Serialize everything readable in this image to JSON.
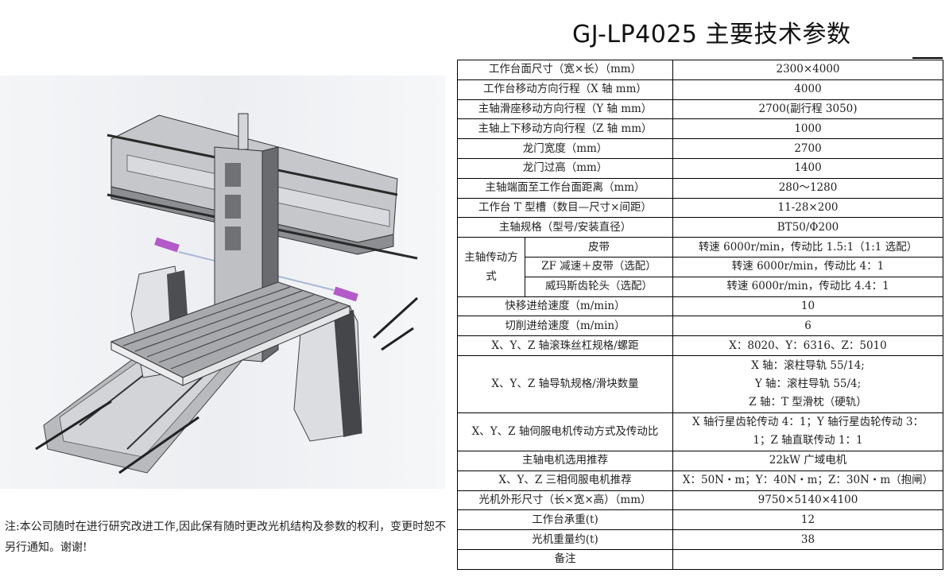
{
  "title": "GJ-LP4025 主要技术参数",
  "image": {
    "alt": "龙门加工中心三维模型",
    "colors": {
      "body": "#c8c9cc",
      "dark": "#4a4b4e",
      "accent": "#b35ac8",
      "background": "#eff0f3"
    }
  },
  "spec_table": {
    "rows": [
      {
        "label": "工作台面尺寸（宽×长）（mm）",
        "value": "2300×4000"
      },
      {
        "label": "工作台移动方向行程（X 轴 mm）",
        "value": "4000"
      },
      {
        "label": "主轴滑座移动方向行程（Y 轴 mm）",
        "value": "2700(副行程 3050)"
      },
      {
        "label": "主轴上下移动方向行程（Z 轴 mm）",
        "value": "1000"
      },
      {
        "label": "龙门宽度（mm）",
        "value": "2700"
      },
      {
        "label": "龙门过高（mm）",
        "value": "1400"
      },
      {
        "label": "主轴端面至工作台面距离（mm）",
        "value": "280～1280"
      },
      {
        "label": "工作台 T 型槽（数目—尺寸×间距）",
        "value": "11-28×200"
      },
      {
        "label": "主轴规格（型号/安装直径）",
        "value": "BT50/Φ200"
      }
    ],
    "drive": {
      "group_label": "主轴传动方式",
      "options": [
        {
          "label": "皮带",
          "value": "转速 6000r/min，传动比 1.5:1（1:1 选配）"
        },
        {
          "label": "ZF 减速＋皮带（选配）",
          "value": "转速 6000r/min，传动比 4：1"
        },
        {
          "label": "威玛斯齿轮头（选配）",
          "value": "转速 6000r/min，传动比 4.4：1"
        }
      ]
    },
    "rows2": [
      {
        "label": "快移进给速度（m/min）",
        "value": "10"
      },
      {
        "label": "切削进给速度（m/min）",
        "value": "6"
      },
      {
        "label": "X、Y、Z 轴滚珠丝杠规格/螺距",
        "value": "X：8020、Y：6316、Z：5010"
      }
    ],
    "guide": {
      "label": "X、Y、Z 轴导轨规格/滑块数量",
      "lines": [
        "X 轴：滚柱导轨 55/14;",
        "Y 轴：滚柱导轨 55/4;",
        "Z 轴：T 型滑枕（硬轨）"
      ]
    },
    "servo_drive": {
      "label": "X、Y、Z 轴伺服电机传动方式及传动比",
      "value": "X 轴行星齿轮传动 4：1；Y 轴行星齿轮传动 3：1；Z 轴直联传动 1：1"
    },
    "rows3": [
      {
        "label": "主轴电机选用推荐",
        "value": "22kW 广域电机"
      },
      {
        "label": "X、Y、Z 三相伺服电机推荐",
        "value": "X：50N・m；Y：40N・m；Z：30N・m（抱闸）"
      },
      {
        "label": "光机外形尺寸（长×宽×高）（mm）",
        "value": "9750×5140×4100"
      },
      {
        "label": "工作台承重(t)",
        "value": "12"
      },
      {
        "label": "光机重量约(t)",
        "value": "38"
      },
      {
        "label": "备注",
        "value": ""
      }
    ]
  },
  "note": "注:本公司随时在进行研究改进工作,因此保有随时更改光机结构及参数的权利，变更时恕不另行通知。谢谢!"
}
